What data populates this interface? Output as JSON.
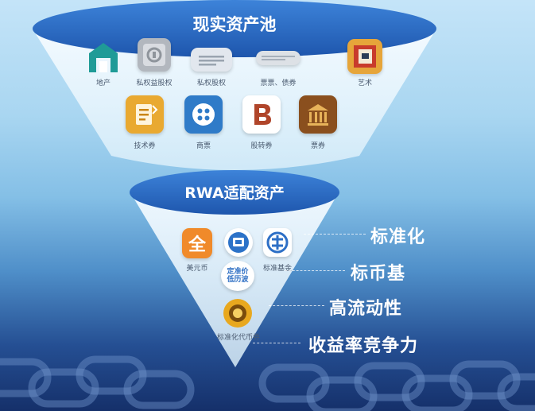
{
  "top_pool": {
    "title": "现实资产池",
    "items": [
      {
        "label": "地产",
        "icon": "building-icon",
        "color": "#1f9b97"
      },
      {
        "label": "私权益股权",
        "icon": "safe-icon",
        "color": "#a9aeb5"
      },
      {
        "label": "私权股权",
        "icon": "document-icon",
        "color": "#dfe4ea"
      },
      {
        "label": "票票、债券",
        "icon": "paper-icon",
        "color": "#d9dde2"
      },
      {
        "label": "艺术",
        "icon": "art-frame-icon",
        "color": "#e0a23a"
      },
      {
        "label": "技术券",
        "icon": "certificate-icon",
        "color": "#e9a931"
      },
      {
        "label": "商票",
        "icon": "dots-icon",
        "color": "#2f7bc8"
      },
      {
        "label": "股转券",
        "icon": "b-letter-icon",
        "color": "#b0452a"
      },
      {
        "label": "票券",
        "icon": "temple-icon",
        "color": "#8a4f1e"
      }
    ]
  },
  "rwa_pool": {
    "title": "RWA适配资产",
    "items": [
      {
        "label": "美元币",
        "icon": "coin-quan-icon",
        "color": "#f08a2a",
        "glyph": "全"
      },
      {
        "label": "",
        "icon": "screen-icon",
        "color": "#2c72c8"
      },
      {
        "label": "标准基金",
        "icon": "currency-icon",
        "color": "#2d6fc6"
      },
      {
        "label": "",
        "icon": "text-badge-icon",
        "color": "#2e6fc4",
        "text": "定准价 低历波"
      },
      {
        "label": "标准化代币券",
        "icon": "ring-coin-icon",
        "color": "#e8a81f"
      }
    ]
  },
  "benefits": [
    "标准化",
    "标币基",
    "高流动性",
    "收益率竞争力"
  ]
}
